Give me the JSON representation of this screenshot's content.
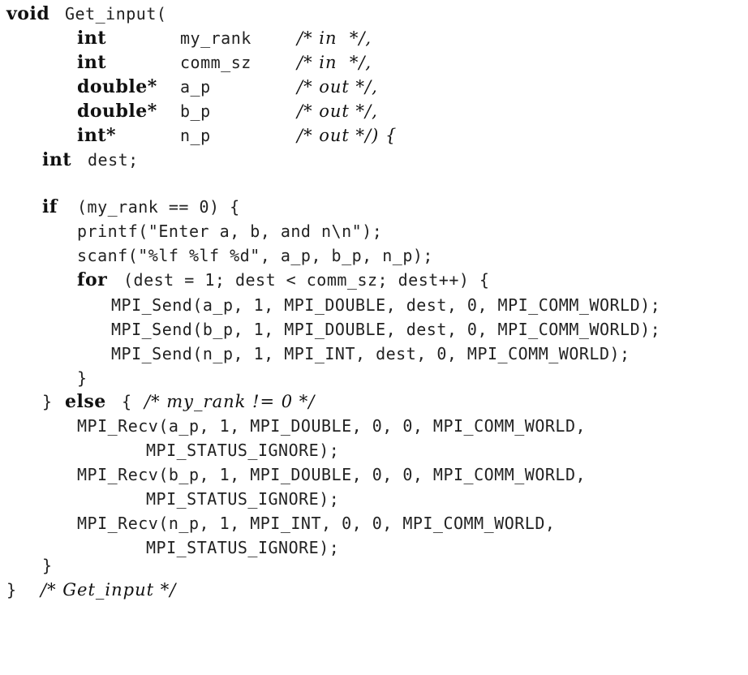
{
  "code": {
    "l1": {
      "kw": "void",
      "rest": "Get_input("
    },
    "l2": {
      "type": "int",
      "name": "my_rank",
      "comment": "/* in  */,"
    },
    "l3": {
      "type": "int",
      "name": "comm_sz",
      "comment": "/* in  */,"
    },
    "l4": {
      "type": "double*",
      "name": "a_p",
      "comment": "/* out */,"
    },
    "l5": {
      "type": "double*",
      "name": "b_p",
      "comment": "/* out */,"
    },
    "l6": {
      "type": "int*",
      "name": "n_p",
      "comment": "/* out */) {"
    },
    "l7": {
      "kw": "int",
      "rest": "dest;"
    },
    "l9": {
      "kw": "if",
      "rest": "(my_rank == 0) {"
    },
    "l10": "printf(\"Enter a, b, and n\\n\");",
    "l11": "scanf(\"%lf %lf %d\", a_p, b_p, n_p);",
    "l12": {
      "kw": "for",
      "rest": "(dest = 1; dest < comm_sz; dest++) {"
    },
    "l13": "MPI_Send(a_p, 1, MPI_DOUBLE, dest, 0, MPI_COMM_WORLD);",
    "l14": "MPI_Send(b_p, 1, MPI_DOUBLE, dest, 0, MPI_COMM_WORLD);",
    "l15": "MPI_Send(n_p, 1, MPI_INT, dest, 0, MPI_COMM_WORLD);",
    "l16": "}",
    "l17": {
      "brace": "}",
      "kw": "else",
      "rest": "{",
      "comment": "/* my_rank != 0 */"
    },
    "l18": "MPI_Recv(a_p, 1, MPI_DOUBLE, 0, 0, MPI_COMM_WORLD,",
    "l19": "MPI_STATUS_IGNORE);",
    "l20": "MPI_Recv(b_p, 1, MPI_DOUBLE, 0, 0, MPI_COMM_WORLD,",
    "l21": "MPI_STATUS_IGNORE);",
    "l22": "MPI_Recv(n_p, 1, MPI_INT, 0, 0, MPI_COMM_WORLD,",
    "l23": "MPI_STATUS_IGNORE);",
    "l24": "}",
    "l25": {
      "brace": "}",
      "comment": "/* Get_input */"
    }
  }
}
